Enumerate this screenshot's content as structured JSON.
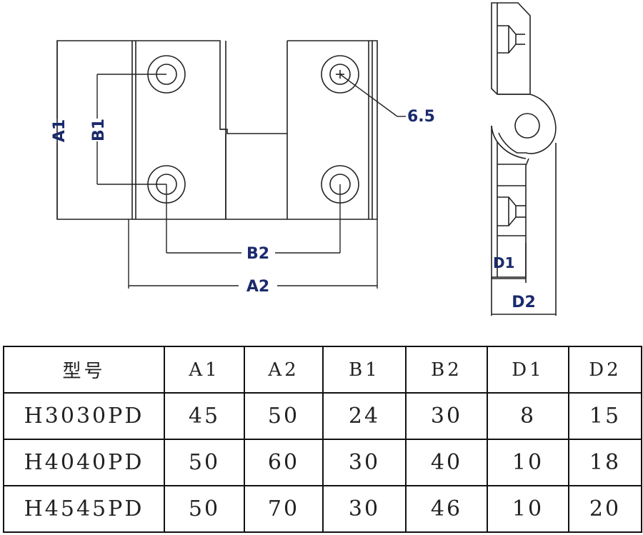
{
  "drawing": {
    "labels": {
      "A1": "A1",
      "B1": "B1",
      "B2": "B2",
      "A2": "A2",
      "hole": "6.5",
      "D1": "D1",
      "D2": "D2"
    },
    "line_color": "#222222",
    "label_color": "#1a2a6c"
  },
  "table": {
    "headers": [
      "型号",
      "A1",
      "A2",
      "B1",
      "B2",
      "D1",
      "D2"
    ],
    "rows": [
      [
        "H3030PD",
        "45",
        "50",
        "24",
        "30",
        "8",
        "15"
      ],
      [
        "H4040PD",
        "50",
        "60",
        "30",
        "40",
        "10",
        "18"
      ],
      [
        "H4545PD",
        "50",
        "70",
        "30",
        "46",
        "10",
        "20"
      ]
    ]
  }
}
